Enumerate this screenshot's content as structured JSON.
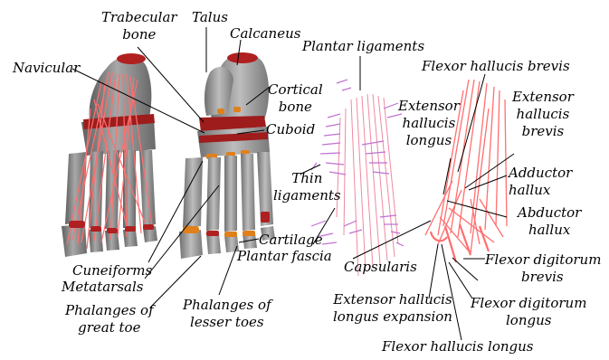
{
  "labels": {
    "trabecular_bone": [
      "Trabecular",
      "bone"
    ],
    "talus": "Talus",
    "calcaneus": "Calcaneus",
    "navicular": "Navicular",
    "cortical_bone": [
      "Cortical",
      "bone"
    ],
    "cuboid": "Cuboid",
    "plantar_ligaments": "Plantar ligaments",
    "flexor_hallucis_brevis": "Flexor hallucis brevis",
    "extensor_hallucis_longus": [
      "Extensor",
      "hallucis",
      "longus"
    ],
    "extensor_hallucis_brevis": [
      "Extensor",
      "hallucis",
      "brevis"
    ],
    "thin_ligaments": [
      "Thin",
      "ligaments"
    ],
    "adductor_hallux": [
      "Adductor",
      "hallux"
    ],
    "abductor_hallux": [
      "Abductor",
      "hallux"
    ],
    "cartilage": "Cartilage",
    "plantar_fascia": "Plantar fascia",
    "capsularis": "Capsularis",
    "cuneiforms": "Cuneiforms",
    "metatarsals": "Metatarsals",
    "phalanges_great_toe": [
      "Phalanges of",
      "great toe"
    ],
    "phalanges_lesser_toes": [
      "Phalanges of",
      "lesser toes"
    ],
    "flexor_digitorum_brevis": [
      "Flexor digitorum",
      "brevis"
    ],
    "flexor_digitorum_longus": [
      "Flexor digitorum",
      "longus"
    ],
    "extensor_hallucis_longus_expansion": [
      "Extensor hallucis",
      "longus expansion"
    ],
    "flexor_hallucis_longus": "Flexor hallucis longus"
  },
  "colors": {
    "bone": "#8c8c8c",
    "cartilage": "#b02020",
    "tendon": "#ff6f6f",
    "ligament": "#c070d0",
    "orange": "#e0801a"
  }
}
